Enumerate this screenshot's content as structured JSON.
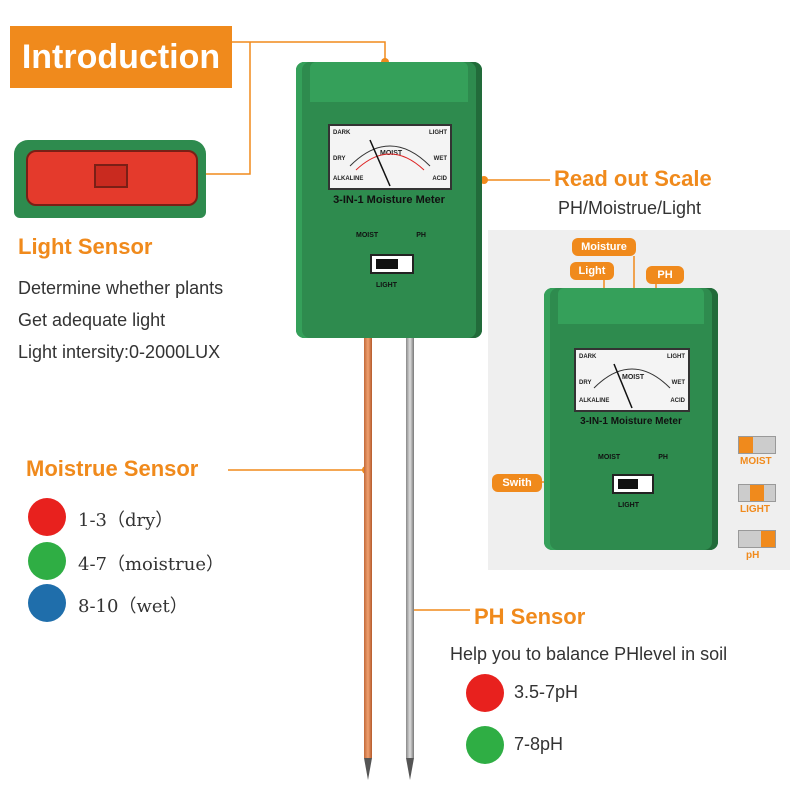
{
  "intro": {
    "title": "Introduction"
  },
  "light_sensor": {
    "title": "Light Sensor",
    "lines": [
      "Determine whether plants",
      "Get adequate light",
      "Light intersity:0-2000LUX"
    ]
  },
  "readout": {
    "title": "Read out Scale",
    "subtitle": "PH/Moistrue/Light"
  },
  "moisture_sensor": {
    "title": "Moistrue Sensor",
    "items": [
      {
        "label": "1-3（dry）",
        "color": "#e8211e"
      },
      {
        "label": "4-7（moistrue）",
        "color": "#2fae44"
      },
      {
        "label": "8-10（wet）",
        "color": "#1f6eab"
      }
    ]
  },
  "ph_sensor": {
    "title": "PH Sensor",
    "description": "Help you to balance PHlevel in soil",
    "items": [
      {
        "label": "3.5-7pH",
        "color": "#e8211e"
      },
      {
        "label": "7-8pH",
        "color": "#2fae44"
      }
    ]
  },
  "meter": {
    "name": "3-IN-1 Moisture Meter",
    "gauge": {
      "dark": "DARK",
      "light": "LIGHT",
      "moist": "MOIST",
      "dry": "DRY",
      "wet": "WET",
      "alkaline": "ALKALINE",
      "acid": "ACID"
    },
    "switch": {
      "moist": "MOIST",
      "ph": "PH",
      "light": "LIGHT"
    }
  },
  "diagram": {
    "tags": {
      "light": "Light",
      "moisture": "Moisture",
      "ph": "PH",
      "switch": "Swith"
    },
    "switch_positions": [
      "MOIST",
      "LIGHT",
      "pH"
    ]
  },
  "colors": {
    "accent": "#f08a1c",
    "body": "#2e8b4e"
  }
}
